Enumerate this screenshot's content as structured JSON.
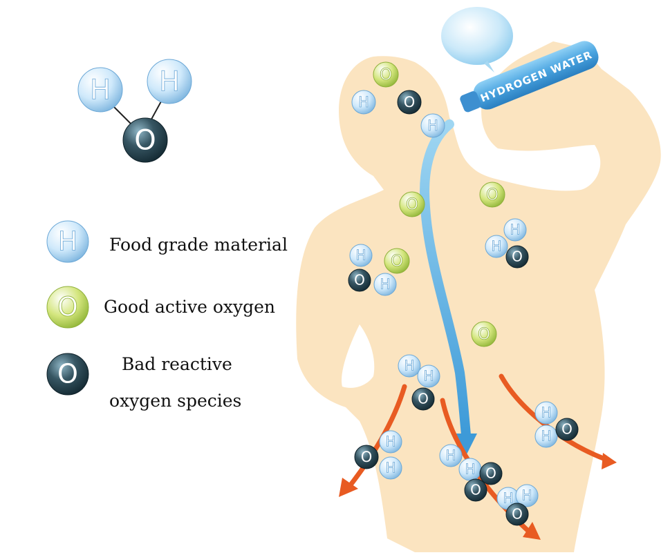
{
  "bottle": {
    "label": "HYDROGEN WATER"
  },
  "atoms": {
    "hydrogen": "H",
    "oxygen": "O"
  },
  "legend": {
    "hydrogen_label": "Food grade material",
    "good_oxygen_label": "Good active oxygen",
    "bad_oxygen_line1": "Bad reactive",
    "bad_oxygen_line2": "oxygen species"
  },
  "colors": {
    "background": "#ffffff",
    "body_silhouette": "#fbe4c0",
    "stream": "#56aee0",
    "arrow": "#e85b22",
    "bubble": "#bfe3f7",
    "bottle": "#4aa4e0",
    "hydrogen": "#cfe9fb",
    "good_oxygen": "#c8de6a",
    "bad_oxygen": "#2f4a55"
  }
}
